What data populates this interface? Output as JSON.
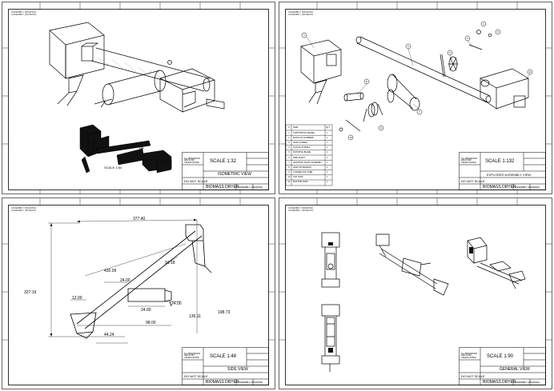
{
  "sheets": [
    {
      "header": [
        "ASSEMBLY DRAWING",
        "ASSEMBLY_BIOMASS"
      ],
      "view_label": "ISOMETRIC VIEW",
      "scale_main": "SCALE 1:32",
      "scale_small": "SCALE 1:64",
      "title": "BIOMASS DRYER",
      "drawing_no": "ASSEMBLY DRAWING",
      "do_not_scale": "DO NOT SCALE",
      "tolerance_note": "ALL DIMENSIONS ARE IN MM UNLESS NOTED"
    },
    {
      "header": [
        "ASSEMBLY DRAWING",
        "ASSEMBLY_BIOMASS"
      ],
      "view_label": "EXPLODED ASSEMBLY VIEW",
      "scale_main": "SCALE 1:132",
      "title": "BIOMASS DRYER",
      "drawing_no": "ASSEMBLY DRAWING",
      "do_not_scale": "DO NOT SCALE",
      "tolerance_note": "ALL DIMENSIONS ARE IN MM UNLESS NOTED",
      "bom_headers": [
        "#",
        "ITEM",
        "QTY"
      ],
      "bom": [
        {
          "no": "1",
          "item": "SUPPORTING FRAME",
          "qty": "1"
        },
        {
          "no": "2",
          "item": "BLOW UP CHAMBER",
          "qty": "1"
        },
        {
          "no": "3",
          "item": "INLET FUNNEL",
          "qty": "1"
        },
        {
          "no": "4",
          "item": "OUTLET FUNNEL",
          "qty": "1"
        },
        {
          "no": "5",
          "item": "ROTATING BLADE",
          "qty": "1"
        },
        {
          "no": "6",
          "item": "SIDE SHAFT",
          "qty": "1"
        },
        {
          "no": "7",
          "item": "ROTATING SHAFT ASSEMBLY",
          "qty": "1"
        },
        {
          "no": "8",
          "item": "INLET EXTENSION",
          "qty": "1"
        },
        {
          "no": "9",
          "item": "CONNECTOR TUBE",
          "qty": "1"
        },
        {
          "no": "10",
          "item": "TOP TANK",
          "qty": "1"
        },
        {
          "no": "11",
          "item": "BOTTOM TANK",
          "qty": "1"
        }
      ]
    },
    {
      "header": [
        "ASSEMBLY DRAWING",
        "ASSEMBLY_BIOMASS"
      ],
      "view_label": "SIDE VIEW",
      "scale_main": "SCALE 1:48",
      "title": "BIOMASS DRYER",
      "drawing_no": "ASSEMBLY DRAWING",
      "do_not_scale": "DO NOT SCALE",
      "tolerance_note": "ALL DIMENSIONS ARE IN MM UNLESS NOTED",
      "dimensions": [
        "377.40",
        "430.09",
        "24.00",
        "91.18",
        "327.19",
        "12.00",
        "24.00",
        "24.00",
        "198.73",
        "136.11",
        "98.00",
        "44.24"
      ]
    },
    {
      "header": [
        "ASSEMBLY DRAWING",
        "ASSEMBLY_BIOMASS"
      ],
      "view_label": "GENERAL VIEW",
      "scale_main": "SCALE 1:90",
      "title": "BIOMASS DRYER",
      "drawing_no": "ASSEMBLY DRAWING",
      "do_not_scale": "DO NOT SCALE",
      "tolerance_note": "ALL DIMENSIONS ARE IN MM UNLESS NOTED"
    }
  ],
  "balloons": [
    "1",
    "2",
    "3",
    "4",
    "5",
    "6",
    "7",
    "8",
    "9",
    "10",
    "11"
  ],
  "colors": {
    "line": "#000000",
    "paper": "#ffffff",
    "hatch": "#bbbbbb"
  }
}
